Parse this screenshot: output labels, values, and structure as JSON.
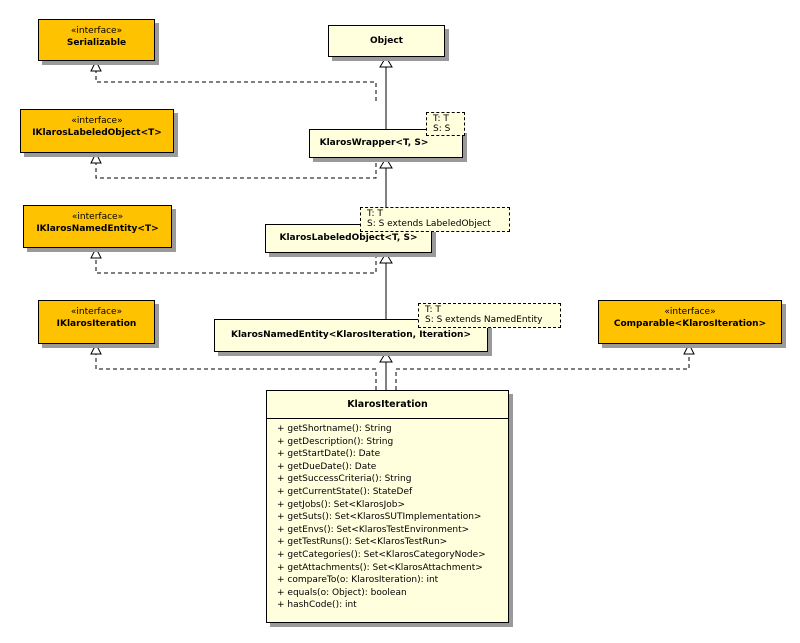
{
  "interfaces": {
    "serializable": {
      "stereotype": "«interface»",
      "name": "Serializable"
    },
    "labeled": {
      "stereotype": "«interface»",
      "name": "IKlarosLabeledObject<T>"
    },
    "named": {
      "stereotype": "«interface»",
      "name": "IKlarosNamedEntity<T>"
    },
    "iteration": {
      "stereotype": "«interface»",
      "name": "IKlarosIteration"
    },
    "comparable": {
      "stereotype": "«interface»",
      "name": "Comparable<KlarosIteration>"
    }
  },
  "classes": {
    "object": {
      "name": "Object"
    },
    "wrapper": {
      "name": "KlarosWrapper<T, S>"
    },
    "labeled_object": {
      "name": "KlarosLabeledObject<T, S>"
    },
    "named_entity": {
      "name": "KlarosNamedEntity<KlarosIteration, Iteration>"
    },
    "main": {
      "name": "KlarosIteration",
      "methods": [
        "+ getShortname(): String",
        "+ getDescription(): String",
        "+ getStartDate(): Date",
        "+ getDueDate(): Date",
        "+ getSuccessCriteria(): String",
        "+ getCurrentState(): StateDef",
        "+ getJobs(): Set<KlarosJob>",
        "+ getSuts(): Set<KlarosSUTImplementation>",
        "+ getEnvs(): Set<KlarosTestEnvironment>",
        "+ getTestRuns(): Set<KlarosTestRun>",
        "+ getCategories(): Set<KlarosCategoryNode>",
        "+ getAttachments(): Set<KlarosAttachment>",
        "+ compareTo(o: KlarosIteration): int",
        "+ equals(o: Object): boolean",
        "+ hashCode(): int"
      ]
    }
  },
  "notes": {
    "wrapper": [
      "T: T",
      "S: S"
    ],
    "labeled": [
      "T: T",
      "S: S extends LabeledObject"
    ],
    "named": [
      "T: T",
      "S: S extends NamedEntity"
    ]
  },
  "colors": {
    "interface_fill": "#ffc200",
    "class_fill": "#ffffdd",
    "shadow": "#9a9a9a",
    "line": "#000000"
  }
}
